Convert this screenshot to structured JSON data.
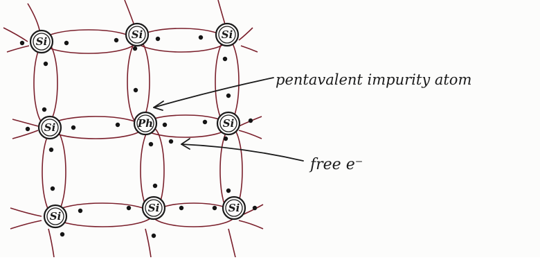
{
  "annotations": {
    "impurity_label": "pentavalent impurity atom",
    "free_electron_label": "free e⁻"
  },
  "atoms": [
    {
      "label": "Si"
    },
    {
      "label": "Si"
    },
    {
      "label": "Si"
    },
    {
      "label": "Si"
    },
    {
      "label": "Ph"
    },
    {
      "label": "Si"
    },
    {
      "label": "Si"
    },
    {
      "label": "Si"
    },
    {
      "label": "Si"
    }
  ],
  "colors": {
    "bond": "#7a1f2b",
    "ink": "#1a1a1a",
    "paper": "#fcfcfb"
  }
}
